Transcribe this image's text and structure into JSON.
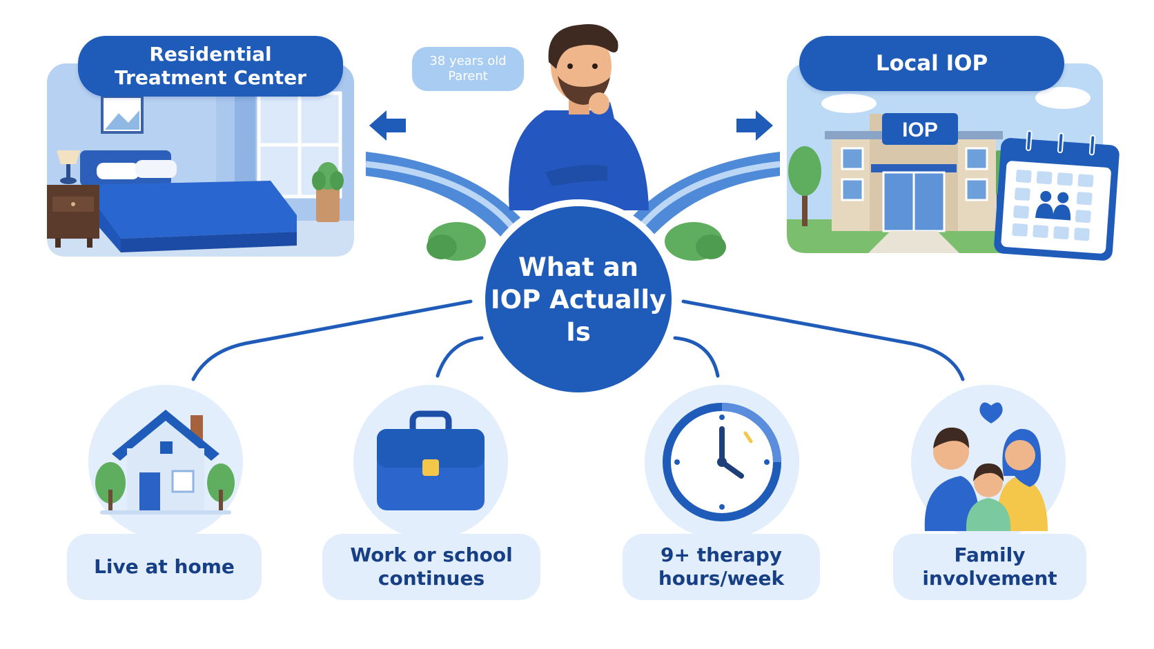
{
  "left_option": {
    "title_line1": "Residential",
    "title_line2": "Treatment Center"
  },
  "right_option": {
    "title": "Local IOP",
    "building_sign": "IOP"
  },
  "person": {
    "age_line": "38 years old",
    "role_line": "Parent"
  },
  "center": {
    "line1": "What an",
    "line2": "IOP Actually",
    "line3": "Is"
  },
  "features": [
    {
      "icon": "house-icon",
      "line1": "Live at home",
      "line2": ""
    },
    {
      "icon": "briefcase-icon",
      "line1": "Work or school",
      "line2": "continues"
    },
    {
      "icon": "clock-icon",
      "line1": "9+ therapy",
      "line2": "hours/week"
    },
    {
      "icon": "family-icon",
      "line1": "Family",
      "line2": "involvement"
    }
  ],
  "colors": {
    "primary_blue": "#1f5bb8",
    "light_blue": "#e2eefb",
    "badge_blue": "#a9cdf2",
    "text_navy": "#173f86",
    "leaf_green": "#5fae5f"
  }
}
